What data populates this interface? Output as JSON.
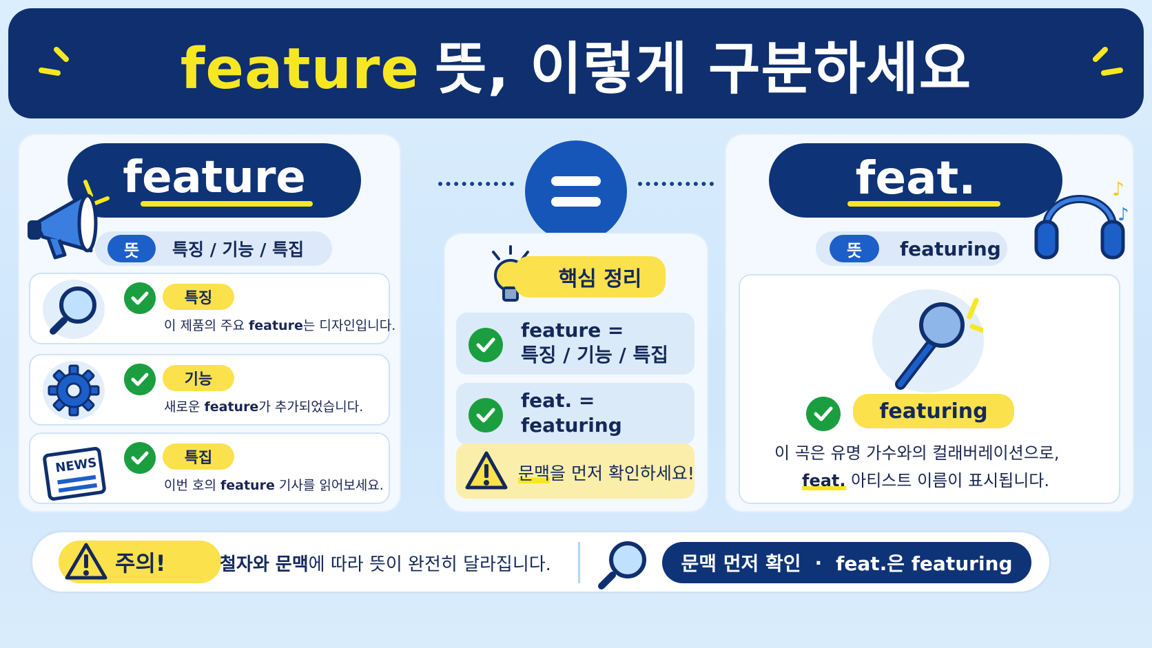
{
  "header": {
    "title_highlight": "feature",
    "title_rest": "뜻, 이렇게 구분하세요"
  },
  "left": {
    "title": "feature",
    "meaning_badge": "뜻",
    "meaning_text": "특징 / 기능 / 특집",
    "items": [
      {
        "tag": "특징",
        "sentence_pre": "이 제품의 주요 ",
        "sentence_bold": "feature",
        "sentence_post": "는 디자인입니다.",
        "icon": "magnifier-icon"
      },
      {
        "tag": "기능",
        "sentence_pre": "새로운 ",
        "sentence_bold": "feature",
        "sentence_post": "가 추가되었습니다.",
        "icon": "gear-icon"
      },
      {
        "tag": "특집",
        "sentence_pre": "이번 호의 ",
        "sentence_bold": "feature",
        "sentence_post": " 기사를 읽어보세요.",
        "icon": "newspaper-icon",
        "icon_text": "NEWS"
      }
    ]
  },
  "center": {
    "equals_symbol": "=",
    "summary_title": "핵심 정리",
    "rows": [
      {
        "line1": "feature =",
        "line2": "특징 / 기능 / 특집"
      },
      {
        "line1": "feat. =",
        "line2": "featuring"
      }
    ],
    "warning_hl": "문맥",
    "warning_rest": "을 먼저 확인하세요!"
  },
  "right": {
    "title": "feat.",
    "meaning_badge": "뜻",
    "meaning_text": "featuring",
    "tag": "featuring",
    "sentence_line1": "이 곡은 유명 가수와의 컬래버레이션으로,",
    "sentence_bold": "feat.",
    "sentence_line2_rest": " 아티스트 이름이 표시됩니다."
  },
  "bottom": {
    "caution_label": "주의!",
    "caution_text_bold": "철자와 문맥",
    "caution_text_rest": "에 따라 뜻이 완전히 달라집니다.",
    "tip_left": "문맥 먼저 확인",
    "tip_sep": "·",
    "tip_right": "feat.은 featuring"
  },
  "colors": {
    "navy": "#0f2f6e",
    "yellow": "#f7e722",
    "blue": "#1d5fc9",
    "green": "#1a9e3f"
  }
}
